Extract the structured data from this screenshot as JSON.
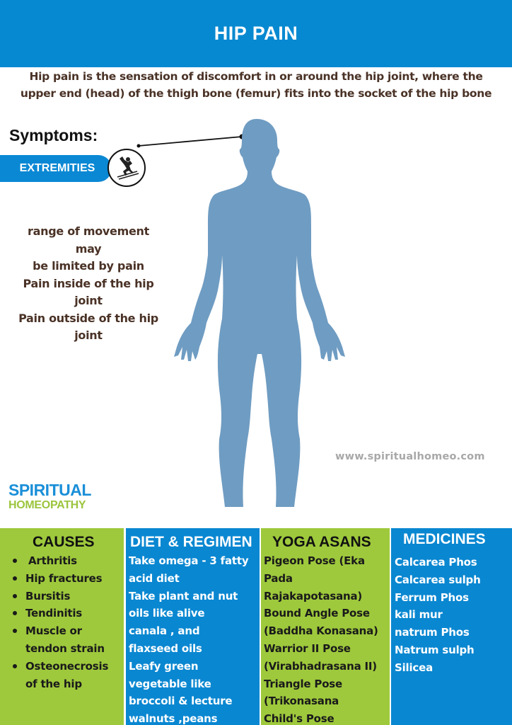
{
  "header": {
    "title": "HIP PAIN",
    "background_color": "#0789d1"
  },
  "intro": {
    "lines": [
      "Hip pain is the sensation of discomfort in or around the hip joint, where the",
      "upper end (head) of the thigh bone (femur) fits into the socket of the hip bone"
    ]
  },
  "symptoms": {
    "title": "Symptoms:",
    "category_label": "EXTREMITIES",
    "category_icon": "skier-icon",
    "lines": [
      "range of movement",
      "may",
      "be limited by pain",
      "Pain inside of the hip",
      "joint",
      "Pain outside of the hip",
      "joint"
    ]
  },
  "figure": {
    "icon": "human-body-silhouette",
    "color": "#6f9cc2"
  },
  "website": "www.spiritualhomeo.com",
  "brand": {
    "top": "SPIRITUAL",
    "bottom": "HOMEOPATHY",
    "top_color": "#1a8fd8",
    "bottom_color": "#9bc53d"
  },
  "columns": [
    {
      "title": "CAUSES",
      "color": "#9ec93c",
      "items": [
        "Arthritis",
        "Hip fractures",
        "Bursitis",
        "Tendinitis",
        "Muscle or tendon strain",
        "Osteonecrosis of the hip"
      ],
      "display_lines": [
        [
          "Arthritis"
        ],
        [
          "Hip fractures"
        ],
        [
          "Bursitis"
        ],
        [
          "Tendinitis"
        ],
        [
          "Muscle or",
          "tendon strain"
        ],
        [
          "Osteonecrosis",
          "of the hip"
        ]
      ]
    },
    {
      "title": "DIET & REGIMEN",
      "color": "#0a87d1",
      "lines": [
        "Take omega - 3 fatty",
        "acid diet",
        "Take plant and nut",
        "oils like alive",
        "canala , and",
        "flaxseed oils",
        "Leafy green",
        "vegetable like",
        "broccoli & lecture",
        "walnuts ,peans"
      ]
    },
    {
      "title": "YOGA ASANS",
      "color": "#9ec93c",
      "lines": [
        "Pigeon Pose (Eka",
        "Pada",
        "Rajakapotasana)",
        "Bound Angle Pose",
        "(Baddha Konasana)",
        "Warrior II Pose",
        "(Virabhadrasana II)",
        "Triangle Pose",
        "(Trikonasana",
        "Child's Pose"
      ]
    },
    {
      "title": "MEDICINES",
      "color": "#0a87d1",
      "lines": [
        "Calcarea Phos",
        "Calcarea sulph",
        "Ferrum Phos",
        "kali mur",
        "natrum Phos",
        "Natrum sulph",
        "Silicea"
      ]
    }
  ]
}
